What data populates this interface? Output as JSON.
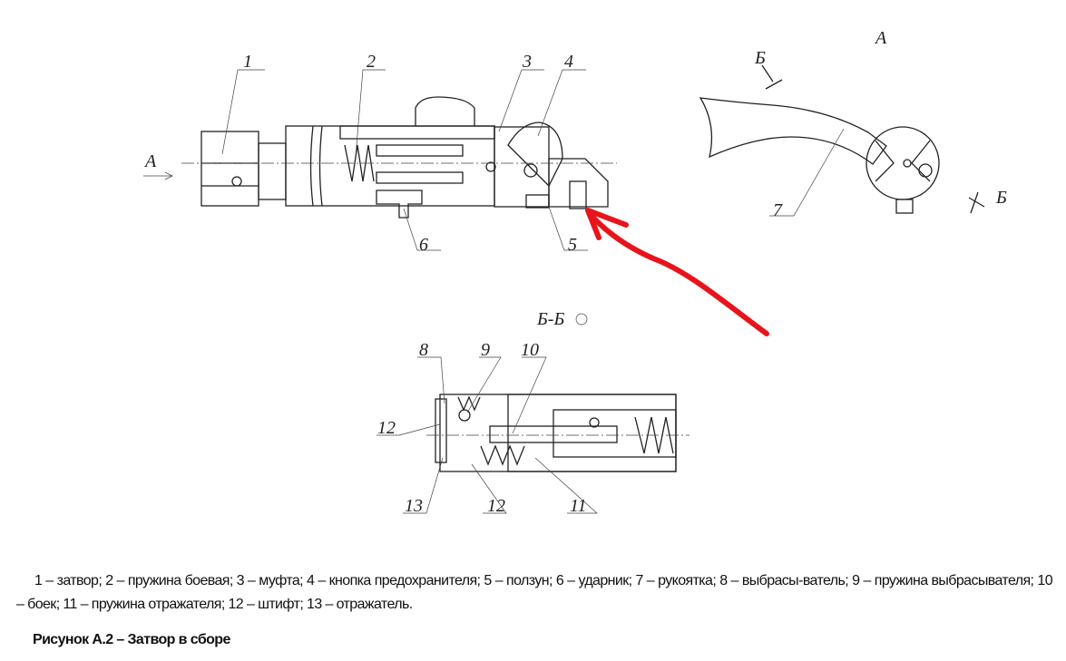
{
  "labels": {
    "p1": "1",
    "p2": "2",
    "p3": "3",
    "p4": "4",
    "p5": "5",
    "p6": "6",
    "p7": "7",
    "p8": "8",
    "p9": "9",
    "p10": "10",
    "p11": "11",
    "p12a": "12",
    "p12b": "12",
    "p13": "13",
    "view_a_arrow": "А",
    "view_a_title": "А",
    "section_b_top": "Б",
    "section_b_bottom": "Б",
    "section_title": "Б-Б"
  },
  "legend": "1 – затвор; 2 – пружина боевая; 3 – муфта; 4 – кнопка предохранителя; 5 – ползун; 6 – ударник; 7 – рукоятка; 8 – выбрасы-ватель; 9 – пружина выбрасывателя; 10 – боек; 11 – пружина отражателя; 12 – штифт; 13 – отражатель.",
  "caption": "Рисунок А.2 – Затвор в сборе",
  "colors": {
    "annotation_arrow": "#e8141b"
  }
}
